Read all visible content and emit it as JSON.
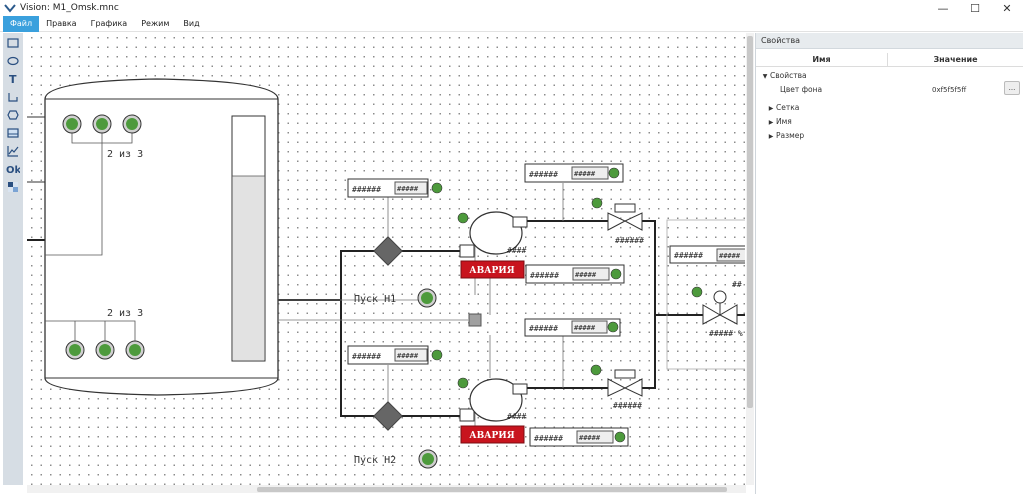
{
  "window": {
    "title": "Vision: M1_Omsk.mnc",
    "minimize": "—",
    "maximize": "☐",
    "close": "✕"
  },
  "menu": [
    "Файл",
    "Правка",
    "Графика",
    "Режим",
    "Вид"
  ],
  "toolbox": [
    "rectangle-tool",
    "ellipse-tool",
    "text-tool",
    "polyline-tool",
    "polygon-tool",
    "panel-tool",
    "chart-tool",
    "ok-button-tool",
    "palette-tool"
  ],
  "toolbox_text": {
    "ok": "Ok"
  },
  "diagram": {
    "vote_top": "2 из 3",
    "vote_bottom": "2 из 3",
    "start_h1": "Пуск Н1",
    "start_h2": "Пуск Н2",
    "alarm_top": "АВАРИЯ",
    "alarm_bottom": "АВАРИЯ",
    "hash6": "######",
    "hash5": "#####",
    "hash4": "####",
    "hash_pct": "##### %",
    "hash_short": "##"
  },
  "properties": {
    "title": "Свойства",
    "col_name": "Имя",
    "col_value": "Значение",
    "group": "Свойства",
    "bg_label": "Цвет фона",
    "bg_value": "0xf5f5f5ff",
    "dots": "...",
    "items": [
      "Сетка",
      "Имя",
      "Размер"
    ]
  },
  "colors": {
    "accent": "#3aa0dd",
    "alarm": "#c8141e",
    "indicator": "#4d9a3c",
    "diamond": "#666666"
  }
}
